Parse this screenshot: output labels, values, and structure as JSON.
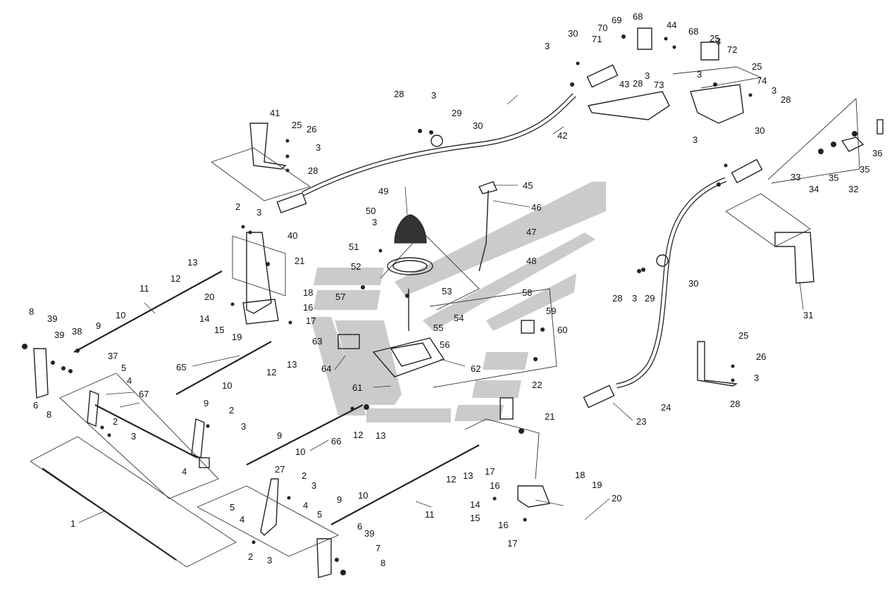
{
  "diagram": {
    "type": "exploded-parts-diagram",
    "colors": {
      "line": "#222222",
      "watermark": "#c9ccc9",
      "background": "#ffffff"
    },
    "callouts": [
      {
        "id": "c1",
        "text": "1"
      },
      {
        "id": "c2a",
        "text": "2"
      },
      {
        "id": "c2b",
        "text": "2"
      },
      {
        "id": "c2c",
        "text": "2"
      },
      {
        "id": "c2d",
        "text": "2"
      },
      {
        "id": "c2e",
        "text": "2"
      },
      {
        "id": "c3a",
        "text": "3"
      },
      {
        "id": "c3b",
        "text": "3"
      },
      {
        "id": "c3c",
        "text": "3"
      },
      {
        "id": "c3d",
        "text": "3"
      },
      {
        "id": "c3e",
        "text": "3"
      },
      {
        "id": "c3f",
        "text": "3"
      },
      {
        "id": "c3g",
        "text": "3"
      },
      {
        "id": "c3h",
        "text": "3"
      },
      {
        "id": "c3i",
        "text": "3"
      },
      {
        "id": "c3j",
        "text": "3"
      },
      {
        "id": "c3k",
        "text": "3"
      },
      {
        "id": "c3l",
        "text": "3"
      },
      {
        "id": "c3m",
        "text": "3"
      },
      {
        "id": "c3n",
        "text": "3"
      },
      {
        "id": "c3o",
        "text": "3"
      },
      {
        "id": "c3p",
        "text": "3"
      },
      {
        "id": "c4a",
        "text": "4"
      },
      {
        "id": "c4b",
        "text": "4"
      },
      {
        "id": "c4c",
        "text": "4"
      },
      {
        "id": "c4d",
        "text": "4"
      },
      {
        "id": "c5a",
        "text": "5"
      },
      {
        "id": "c5b",
        "text": "5"
      },
      {
        "id": "c5c",
        "text": "5"
      },
      {
        "id": "c6a",
        "text": "6"
      },
      {
        "id": "c6b",
        "text": "6"
      },
      {
        "id": "c7",
        "text": "7"
      },
      {
        "id": "c8a",
        "text": "8"
      },
      {
        "id": "c8b",
        "text": "8"
      },
      {
        "id": "c8c",
        "text": "8"
      },
      {
        "id": "c9a",
        "text": "9"
      },
      {
        "id": "c9b",
        "text": "9"
      },
      {
        "id": "c9c",
        "text": "9"
      },
      {
        "id": "c9d",
        "text": "9"
      },
      {
        "id": "c10a",
        "text": "10"
      },
      {
        "id": "c10b",
        "text": "10"
      },
      {
        "id": "c10c",
        "text": "10"
      },
      {
        "id": "c10d",
        "text": "10"
      },
      {
        "id": "c11a",
        "text": "11"
      },
      {
        "id": "c11b",
        "text": "11"
      },
      {
        "id": "c12a",
        "text": "12"
      },
      {
        "id": "c12b",
        "text": "12"
      },
      {
        "id": "c12c",
        "text": "12"
      },
      {
        "id": "c12d",
        "text": "12"
      },
      {
        "id": "c13a",
        "text": "13"
      },
      {
        "id": "c13b",
        "text": "13"
      },
      {
        "id": "c13c",
        "text": "13"
      },
      {
        "id": "c13d",
        "text": "13"
      },
      {
        "id": "c14a",
        "text": "14"
      },
      {
        "id": "c14b",
        "text": "14"
      },
      {
        "id": "c15a",
        "text": "15"
      },
      {
        "id": "c15b",
        "text": "15"
      },
      {
        "id": "c16a",
        "text": "16"
      },
      {
        "id": "c16b",
        "text": "16"
      },
      {
        "id": "c16c",
        "text": "16"
      },
      {
        "id": "c17a",
        "text": "17"
      },
      {
        "id": "c17b",
        "text": "17"
      },
      {
        "id": "c17c",
        "text": "17"
      },
      {
        "id": "c18a",
        "text": "18"
      },
      {
        "id": "c18b",
        "text": "18"
      },
      {
        "id": "c19a",
        "text": "19"
      },
      {
        "id": "c19b",
        "text": "19"
      },
      {
        "id": "c20a",
        "text": "20"
      },
      {
        "id": "c20b",
        "text": "20"
      },
      {
        "id": "c21a",
        "text": "21"
      },
      {
        "id": "c21b",
        "text": "21"
      },
      {
        "id": "c22",
        "text": "22"
      },
      {
        "id": "c23",
        "text": "23"
      },
      {
        "id": "c24",
        "text": "24"
      },
      {
        "id": "c25a",
        "text": "25"
      },
      {
        "id": "c25b",
        "text": "25"
      },
      {
        "id": "c25c",
        "text": "25"
      },
      {
        "id": "c25d",
        "text": "25"
      },
      {
        "id": "c26a",
        "text": "26"
      },
      {
        "id": "c26b",
        "text": "26"
      },
      {
        "id": "c27",
        "text": "27"
      },
      {
        "id": "c28a",
        "text": "28"
      },
      {
        "id": "c28b",
        "text": "28"
      },
      {
        "id": "c28c",
        "text": "28"
      },
      {
        "id": "c28d",
        "text": "28"
      },
      {
        "id": "c28e",
        "text": "28"
      },
      {
        "id": "c28f",
        "text": "28"
      },
      {
        "id": "c29a",
        "text": "29"
      },
      {
        "id": "c29b",
        "text": "29"
      },
      {
        "id": "c30a",
        "text": "30"
      },
      {
        "id": "c30b",
        "text": "30"
      },
      {
        "id": "c30c",
        "text": "30"
      },
      {
        "id": "c30d",
        "text": "30"
      },
      {
        "id": "c31",
        "text": "31"
      },
      {
        "id": "c32",
        "text": "32"
      },
      {
        "id": "c33",
        "text": "33"
      },
      {
        "id": "c34",
        "text": "34"
      },
      {
        "id": "c35a",
        "text": "35"
      },
      {
        "id": "c35b",
        "text": "35"
      },
      {
        "id": "c36",
        "text": "36"
      },
      {
        "id": "c37",
        "text": "37"
      },
      {
        "id": "c38",
        "text": "38"
      },
      {
        "id": "c39a",
        "text": "39"
      },
      {
        "id": "c39b",
        "text": "39"
      },
      {
        "id": "c39c",
        "text": "39"
      },
      {
        "id": "c40",
        "text": "40"
      },
      {
        "id": "c41",
        "text": "41"
      },
      {
        "id": "c42",
        "text": "42"
      },
      {
        "id": "c43",
        "text": "43"
      },
      {
        "id": "c44",
        "text": "44"
      },
      {
        "id": "c45",
        "text": "45"
      },
      {
        "id": "c46",
        "text": "46"
      },
      {
        "id": "c47",
        "text": "47"
      },
      {
        "id": "c48",
        "text": "48"
      },
      {
        "id": "c49",
        "text": "49"
      },
      {
        "id": "c50",
        "text": "50"
      },
      {
        "id": "c51",
        "text": "51"
      },
      {
        "id": "c52",
        "text": "52"
      },
      {
        "id": "c53",
        "text": "53"
      },
      {
        "id": "c54",
        "text": "54"
      },
      {
        "id": "c55",
        "text": "55"
      },
      {
        "id": "c56",
        "text": "56"
      },
      {
        "id": "c57",
        "text": "57"
      },
      {
        "id": "c58",
        "text": "58"
      },
      {
        "id": "c59",
        "text": "59"
      },
      {
        "id": "c60",
        "text": "60"
      },
      {
        "id": "c61",
        "text": "61"
      },
      {
        "id": "c62",
        "text": "62"
      },
      {
        "id": "c63",
        "text": "63"
      },
      {
        "id": "c64",
        "text": "64"
      },
      {
        "id": "c65",
        "text": "65"
      },
      {
        "id": "c66",
        "text": "66"
      },
      {
        "id": "c67",
        "text": "67"
      },
      {
        "id": "c68a",
        "text": "68"
      },
      {
        "id": "c68b",
        "text": "68"
      },
      {
        "id": "c69",
        "text": "69"
      },
      {
        "id": "c70",
        "text": "70"
      },
      {
        "id": "c71",
        "text": "71"
      },
      {
        "id": "c72",
        "text": "72"
      },
      {
        "id": "c73",
        "text": "73"
      },
      {
        "id": "c74",
        "text": "74"
      }
    ]
  }
}
